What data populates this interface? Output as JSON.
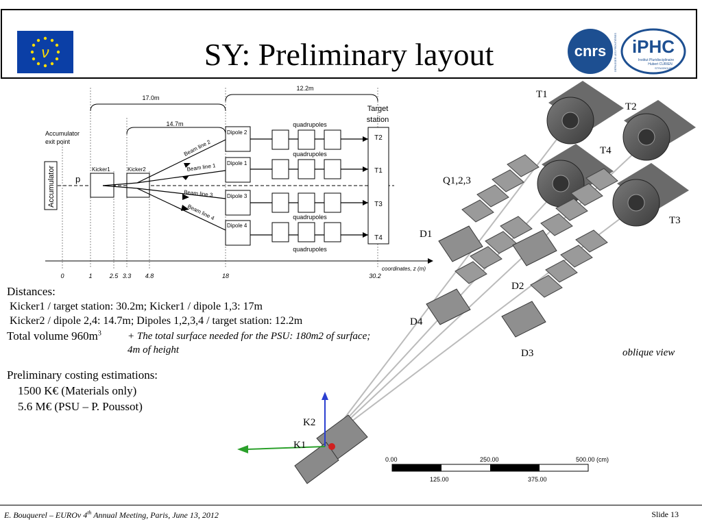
{
  "header": {
    "title": "SY: Preliminary layout"
  },
  "logos": {
    "eu_letter": "ν",
    "cnrs": "cnrs",
    "iphc": "iPHC",
    "iphc_sub1": "Institut Pluridisciplinaire",
    "iphc_sub2": "Hubert CURIEN",
    "iphc_sub3": "STRASBOURG",
    "cnrs_vertical": "DÉPASSER LES FRONTIÈRES"
  },
  "schematic": {
    "dim_12_2": "12.2m",
    "dim_17_0": "17.0m",
    "dim_14_7": "14.7m",
    "target_station": [
      "Target",
      "station"
    ],
    "accumulator_exit": [
      "Accumulator",
      "exit point"
    ],
    "accumulator": "Accumulator",
    "p": "p",
    "kicker1": "Kicker1",
    "kicker2": "Kicker2",
    "beam_line_1": "Beam line 1",
    "beam_line_2": "Beam line 2",
    "beam_line_3": "Beam line 3",
    "beam_line_4": "Beam line 4",
    "dipole_1": "Dipole 1",
    "dipole_2": "Dipole 2",
    "dipole_3": "Dipole 3",
    "dipole_4": "Dipole 4",
    "quadrupoles": "quadrupoles",
    "t1": "T1",
    "t2": "T2",
    "t3": "T3",
    "t4": "T4",
    "axis_label": "coordinates, z (m)",
    "ticks": [
      "0",
      "1",
      "2.5",
      "3.3",
      "4.8",
      "18",
      "30.2"
    ]
  },
  "oblique": {
    "labels": {
      "t1": "T1",
      "t2": "T2",
      "t3": "T3",
      "t4": "T4",
      "q": "Q1,2,3",
      "d1": "D1",
      "d2": "D2",
      "d3": "D3",
      "d4": "D4",
      "k1": "K1",
      "k2": "K2"
    },
    "caption": "oblique view",
    "scale_top": [
      "0.00",
      "250.00",
      "500.00 (cm)"
    ],
    "scale_bottom": [
      "125.00",
      "375.00"
    ]
  },
  "text": {
    "distances": "Distances:",
    "line1": "Kicker1 / target station: 30.2m;  Kicker1 / dipole 1,3: 17m",
    "line2": "Kicker2 / dipole 2,4: 14.7m;  Dipoles 1,2,3,4 / target station: 12.2m",
    "total_volume": "Total volume 960m",
    "total_volume_exp": "3",
    "note": "+ The total surface needed for the PSU: 180m2 of surface; 4m of height",
    "costing": "Preliminary costing estimations:",
    "cost1": "1500 K€ (Materials only)",
    "cost2": "5.6 M€ (PSU – P. Poussot)"
  },
  "footer": {
    "left_a": "E. Bouquerel – EUROν 4",
    "left_sup": "th",
    "left_b": " Annual Meeting, Paris, June 13, 2012",
    "right": "Slide 13"
  },
  "colors": {
    "eu_blue": "#0b3fa6",
    "eu_star": "#ffdd00",
    "cnrs_blue": "#1d4f91",
    "axis_red": "#d02020",
    "axis_green": "#2aa02a",
    "axis_blue": "#2a3fd0"
  }
}
